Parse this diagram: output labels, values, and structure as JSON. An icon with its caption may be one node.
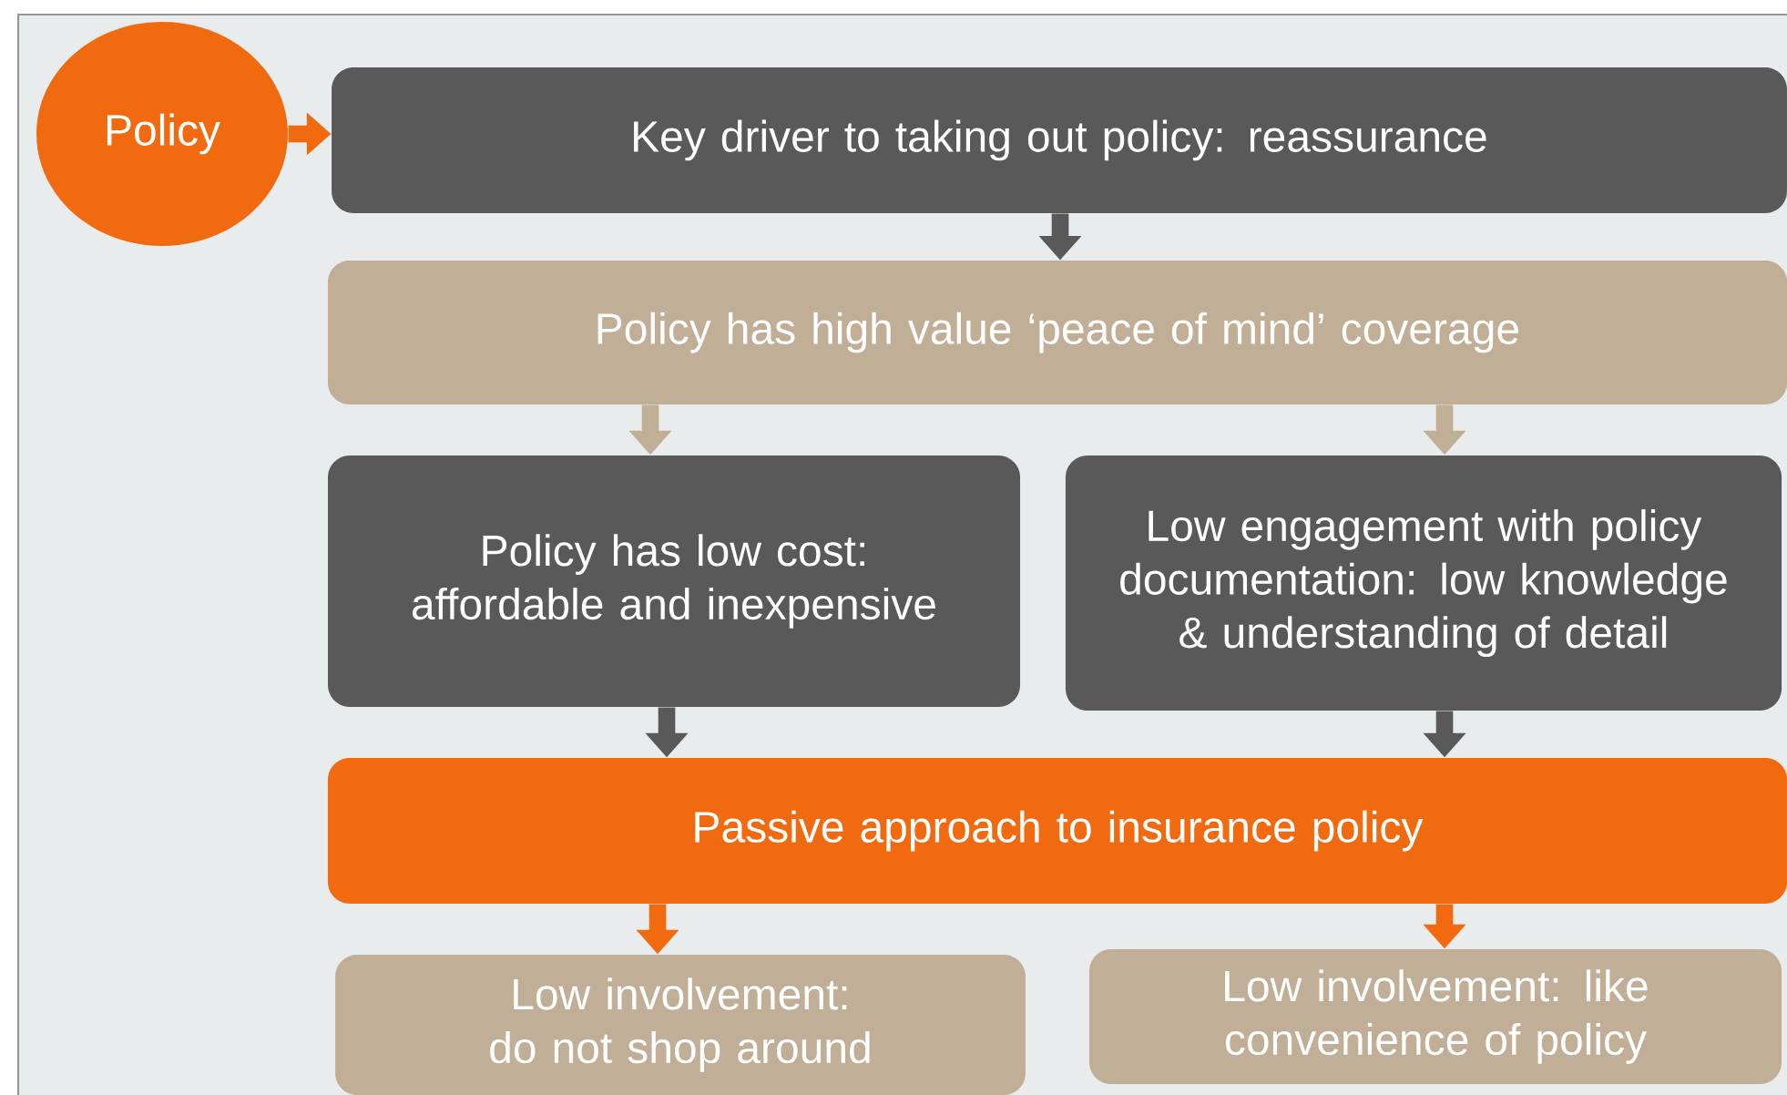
{
  "diagram": {
    "nodes": [
      {
        "text": [
          "Policy"
        ]
      },
      {
        "text": [
          "Key driver to taking out policy: reassurance"
        ]
      },
      {
        "text": [
          "Policy has high value ‘peace of mind’ coverage"
        ]
      },
      {
        "text": [
          "Policy has low cost: affordable and inexpensive"
        ]
      },
      {
        "text": [
          "Low engagement with policy documentation: low knowledge & understanding of detail"
        ]
      },
      {
        "text": [
          "Passive approach to insurance policy"
        ]
      },
      {
        "text": [
          "Low involvement: do not shop around"
        ]
      },
      {
        "text": [
          "Low involvement: like convenience of policy"
        ]
      }
    ],
    "edges": [
      {
        "from": 0,
        "to": 1,
        "arrow": "to",
        "color": "#f26a10"
      },
      {
        "from": 1,
        "to": 2,
        "arrow": "to",
        "color": "#595959"
      },
      {
        "from": 2,
        "to": 3,
        "arrow": "to",
        "color": "#c0ae96"
      },
      {
        "from": 2,
        "to": 4,
        "arrow": "to",
        "color": "#c0ae96"
      },
      {
        "from": 3,
        "to": 5,
        "arrow": "to",
        "color": "#595959"
      },
      {
        "from": 4,
        "to": 5,
        "arrow": "to",
        "color": "#595959"
      },
      {
        "from": 5,
        "to": 6,
        "arrow": "to",
        "color": "#f26a10"
      },
      {
        "from": 5,
        "to": 7,
        "arrow": "to",
        "color": "#f26a10"
      }
    ]
  }
}
